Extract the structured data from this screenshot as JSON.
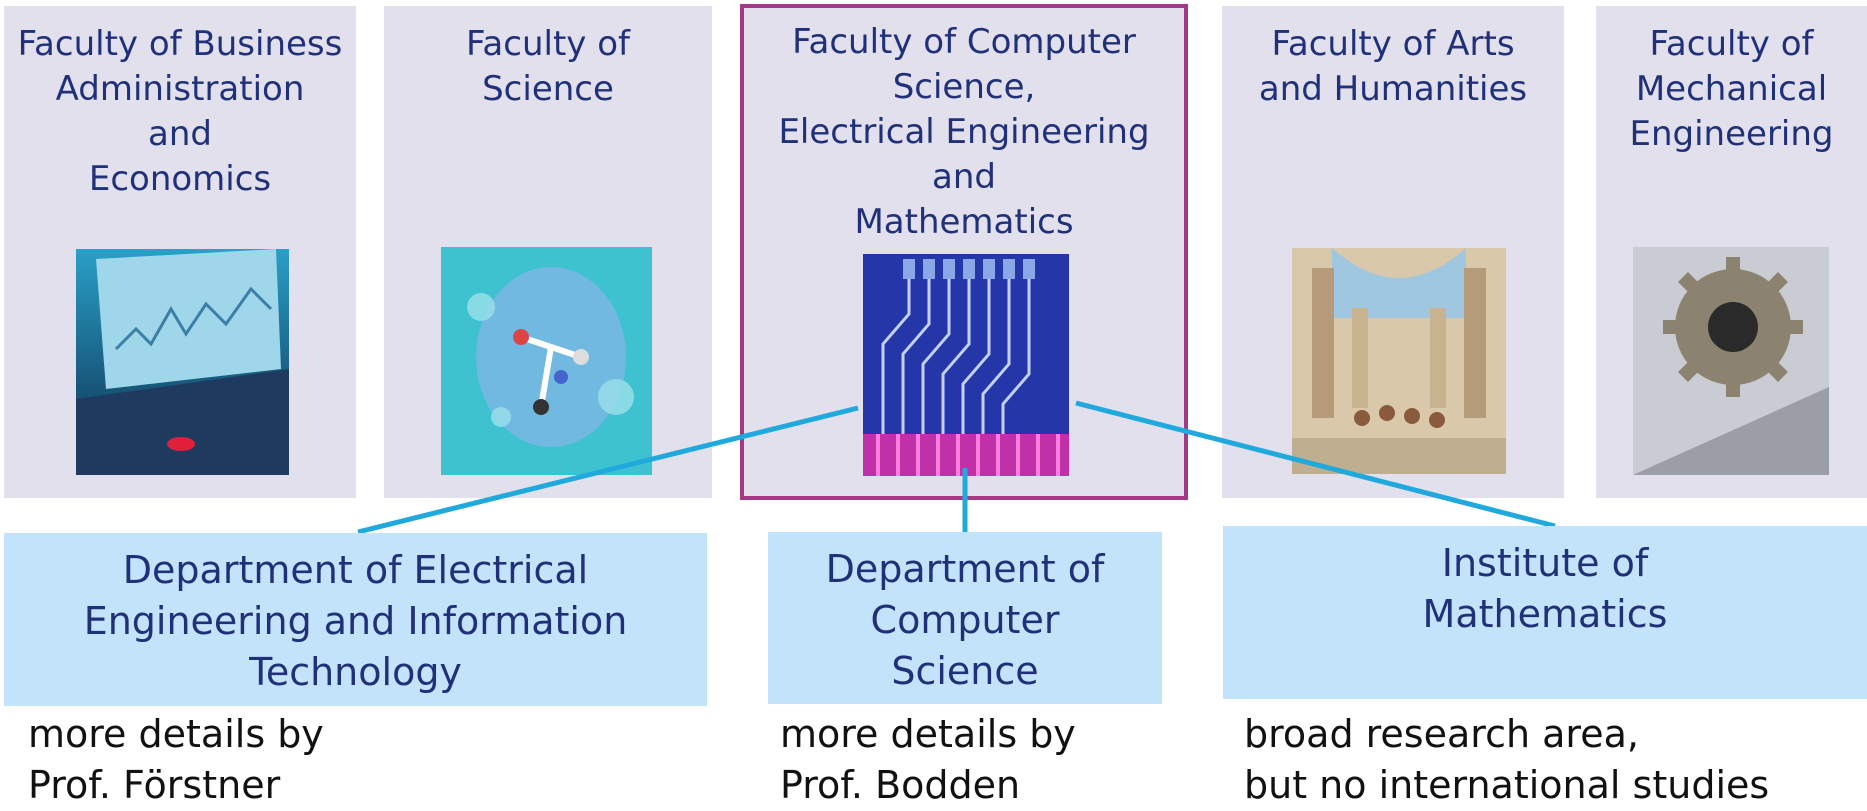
{
  "faculties": [
    {
      "name": "Faculty of Business\nAdministration\nand\nEconomics",
      "image": "laptop-chart-picture"
    },
    {
      "name": "Faculty of\nScience",
      "image": "molecule-picture"
    },
    {
      "name": "Faculty of Computer\nScience,\nElectrical Engineering\nand\nMathematics",
      "image": "circuit-board-picture"
    },
    {
      "name": "Faculty of Arts\nand Humanities",
      "image": "fresco-painting-picture"
    },
    {
      "name": "Faculty of\nMechanical\nEngineering",
      "image": "gear-wheel-picture"
    }
  ],
  "departments": [
    {
      "name": "Department of Electrical\nEngineering and Information\nTechnology",
      "note": "more details by\nProf. Förstner"
    },
    {
      "name": "Department of\nComputer\nScience",
      "note": "more details by\nProf. Bodden"
    },
    {
      "name": "Institute of\nMathematics",
      "note": "broad research area,\nbut no international studies"
    }
  ],
  "colors": {
    "faculty_bg": "#e1e0ec",
    "highlight_border": "#a43a85",
    "title_text": "#20317a",
    "department_bg": "#c3e3fa",
    "connector": "#1fa9dc"
  }
}
